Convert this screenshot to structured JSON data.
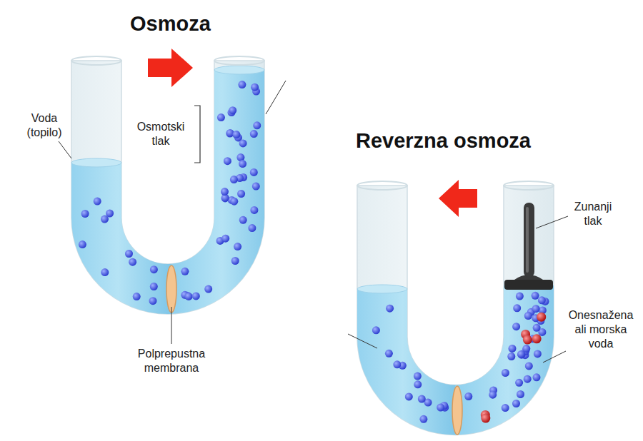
{
  "diagram": {
    "labels": [
      "Osmoza",
      "Voda (topilo)",
      "Osmotski tlak",
      "Polprepustna membrana",
      "Reverzna osmoza",
      "Zunanji tlak",
      "Onesnažena ali morska voda"
    ]
  }
}
